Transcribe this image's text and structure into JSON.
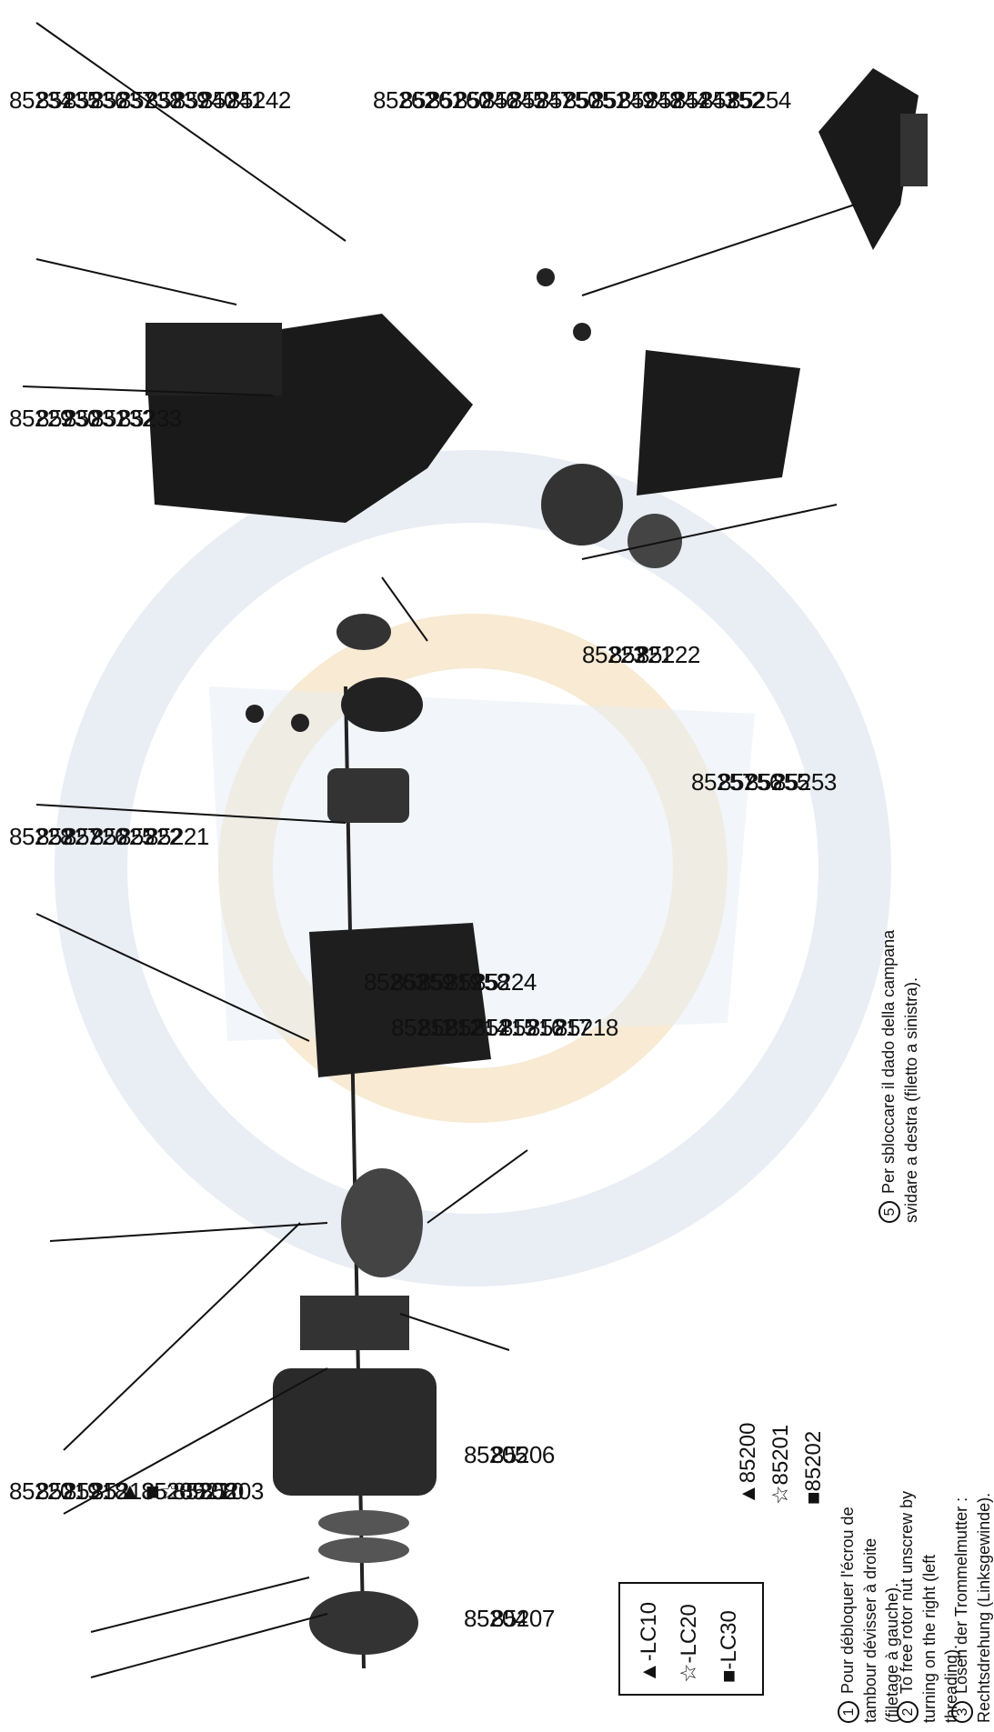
{
  "part_numbers": [
    "85234",
    "85235",
    "85236",
    "85237",
    "85238",
    "85239",
    "85240",
    "85241",
    "85242",
    "85262",
    "85261",
    "85260",
    "85246",
    "85245",
    "85247",
    "85250",
    "85251",
    "85249",
    "85248",
    "85244",
    "85243",
    "85252",
    "85254",
    "85229",
    "85230",
    "85231",
    "85232",
    "85233",
    "85228",
    "85227",
    "85226",
    "85225",
    "85222",
    "85221",
    "85263",
    "85259",
    "85219",
    "85258",
    "85224",
    "85223",
    "85221",
    "85222",
    "85257",
    "85256",
    "85255",
    "85253",
    "85220",
    "85219",
    "85218",
    "85213",
    "▲85209",
    "■☆85210",
    "85208",
    "85203",
    "85211",
    "85212",
    "85214",
    "85215",
    "85216",
    "85217",
    "85218",
    "85205",
    "85206",
    "85204",
    "85207"
  ],
  "legend": [
    "▲-LC10",
    "☆-LC20",
    "■-LC30"
  ],
  "variants": [
    "▲85200",
    "☆85201",
    "■85202"
  ],
  "notes": [
    {
      "num": "1",
      "text": "Pour débloquer l'écrou de tambour dévisser à droite (filetage à gauche)."
    },
    {
      "num": "2",
      "text": "To free rotor nut unscrew by turning on the right (left threading)."
    },
    {
      "num": "3",
      "text": "Lösen der Trommelmutter : Rechtsdrehung (Linksgewinde)."
    },
    {
      "num": "5",
      "text": "Per sbloccare il dado della campana svidare a destra (filetto a sinistra)."
    }
  ]
}
